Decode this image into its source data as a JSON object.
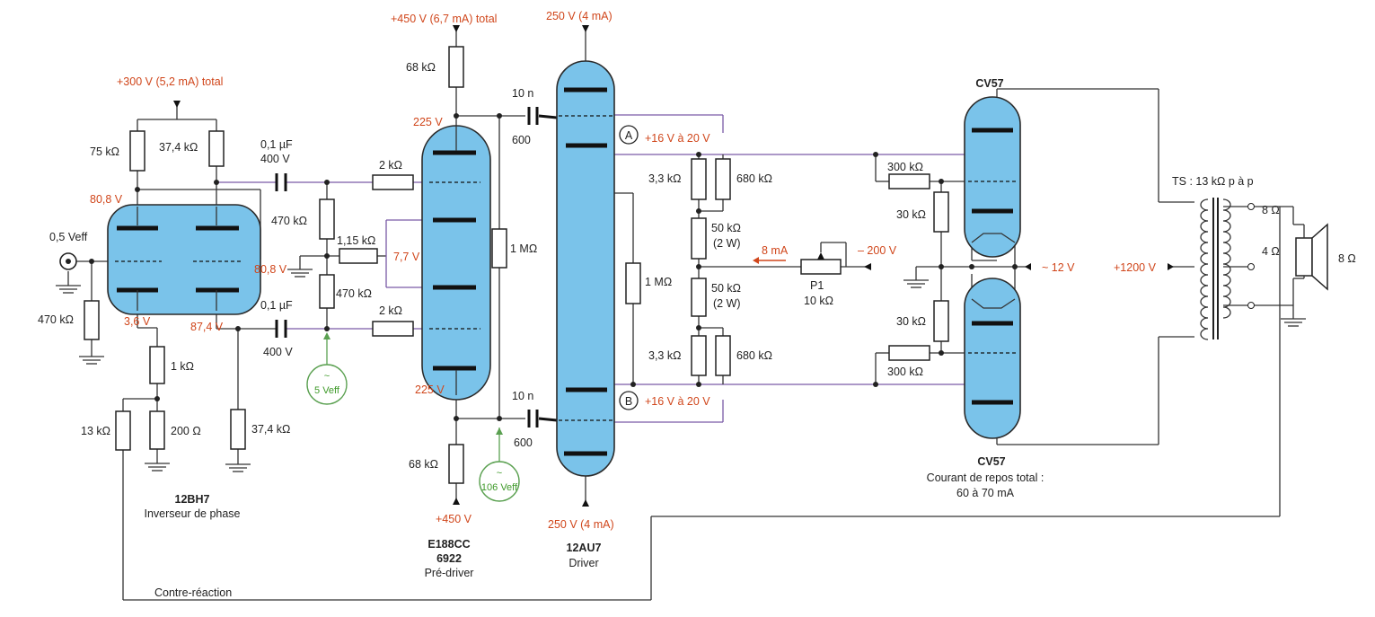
{
  "supplies": {
    "b300": "+300 V (5,2 mA) total",
    "b450_top": "+450 V (6,7 mA) total",
    "b250_top": "250 V (4 mA)",
    "b250_bottom": "250 V (4 mA)",
    "b450_bottom": "+450 V"
  },
  "voltages": {
    "v808_a": "80,8 V",
    "v808_b": "80,8 V",
    "v36": "3,6 V",
    "v874": "87,4 V",
    "v225_top": "225 V",
    "v225_bottom": "225 V",
    "v77": "7,7 V",
    "vA": "+16 V à 20 V",
    "vB": "+16 V à 20 V",
    "v200": "– 200 V",
    "v12": "~ 12 V",
    "v1200": "+1200 V",
    "i8": "8 mA"
  },
  "components": {
    "r75k": "75 kΩ",
    "r374k_top": "37,4 kΩ",
    "r470k_in": "470 kΩ",
    "r1k": "1 kΩ",
    "r13k": "13 kΩ",
    "r200": "200 Ω",
    "r374k_bot": "37,4 kΩ",
    "c01_top": "0,1 µF",
    "c400_top": "400 V",
    "c01_bot": "0,1 µF",
    "c400_bot": "400 V",
    "r2k_top": "2 kΩ",
    "r2k_bot": "2 kΩ",
    "r470k_a": "470 kΩ",
    "r470k_b": "470 kΩ",
    "r115k": "1,15 kΩ",
    "r68k_top": "68 kΩ",
    "r68k_bot": "68 kΩ",
    "r1M_pre": "1 MΩ",
    "c10n_top": "10 n",
    "c600_top": "600",
    "c10n_bot": "10 n",
    "c600_bot": "600",
    "r1M_drv": "1 MΩ",
    "r33k_top": "3,3 kΩ",
    "r680k_top": "680 kΩ",
    "r50k_top": "50 kΩ",
    "w2_top": "(2 W)",
    "r50k_bot": "50 kΩ",
    "w2_bot": "(2 W)",
    "r33k_bot": "3,3 kΩ",
    "r680k_bot": "680 kΩ",
    "p1": "P1",
    "p1_val": "10 kΩ",
    "r300k_top": "300 kΩ",
    "r30_top": "30 kΩ",
    "r30_bot": "30 kΩ",
    "r300k_bot": "300 kΩ",
    "ts": "TS : 13 kΩ p à p",
    "tap8": "8 Ω",
    "tap4": "4 Ω",
    "spk": "8 Ω"
  },
  "signals": {
    "in": "0,5 Veff",
    "s5": "5 Veff",
    "s106": "106 Veff",
    "tilde": "~"
  },
  "nodes": {
    "a": "A",
    "b": "B"
  },
  "tubes": {
    "t1_name": "12BH7",
    "t1_desc": "Inverseur de phase",
    "t2_name": "E188CC",
    "t2_alt": "6922",
    "t2_desc": "Pré-driver",
    "t3_name": "12AU7",
    "t3_desc": "Driver",
    "t4_top": "CV57",
    "t4_bot": "CV57",
    "t4_desc1": "Courant de repos total :",
    "t4_desc2": "60 à 70 mA"
  },
  "feedback": "Contre-réaction",
  "colors": {
    "tube_fill": "#7ac3ea",
    "voltage_text": "#d0461b",
    "signal_green": "#3f9a2a",
    "wire_purple": "#7a5aa6"
  }
}
